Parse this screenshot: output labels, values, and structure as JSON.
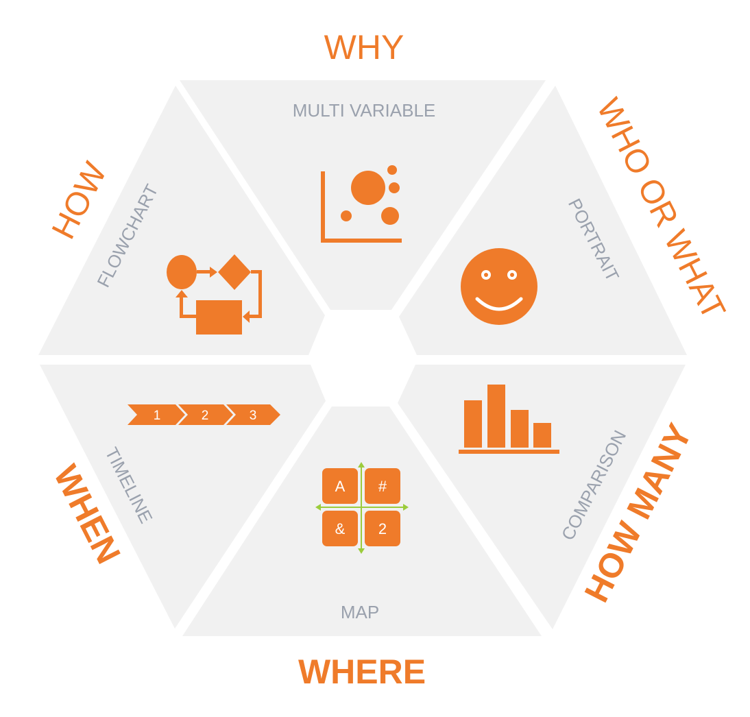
{
  "questions": {
    "why": "WHY",
    "who_or_what": "WHO OR WHAT",
    "how_many": "HOW MANY",
    "where": "WHERE",
    "when": "WHEN",
    "how": "HOW"
  },
  "categories": {
    "multi_variable": "MULTI VARIABLE",
    "portrait": "PORTRAIT",
    "comparison": "COMPARISON",
    "map": "MAP",
    "timeline": "TIMELINE",
    "flowchart": "FLOWCHART"
  },
  "timeline_steps": [
    "1",
    "2",
    "3"
  ],
  "map_cells": {
    "tl": "A",
    "tr": "#",
    "bl": "&",
    "br": "2"
  },
  "colors": {
    "accent": "#ef7b2a",
    "panel": "#f1f1f1",
    "label_gray": "#9aa1ad",
    "crosshair": "#9ccc3c"
  },
  "icons": {
    "multi_variable": "bubble-chart-icon",
    "portrait": "smiley-face-icon",
    "comparison": "bar-chart-icon",
    "map": "grid-map-icon",
    "timeline": "chevron-timeline-icon",
    "flowchart": "flowchart-icon"
  }
}
